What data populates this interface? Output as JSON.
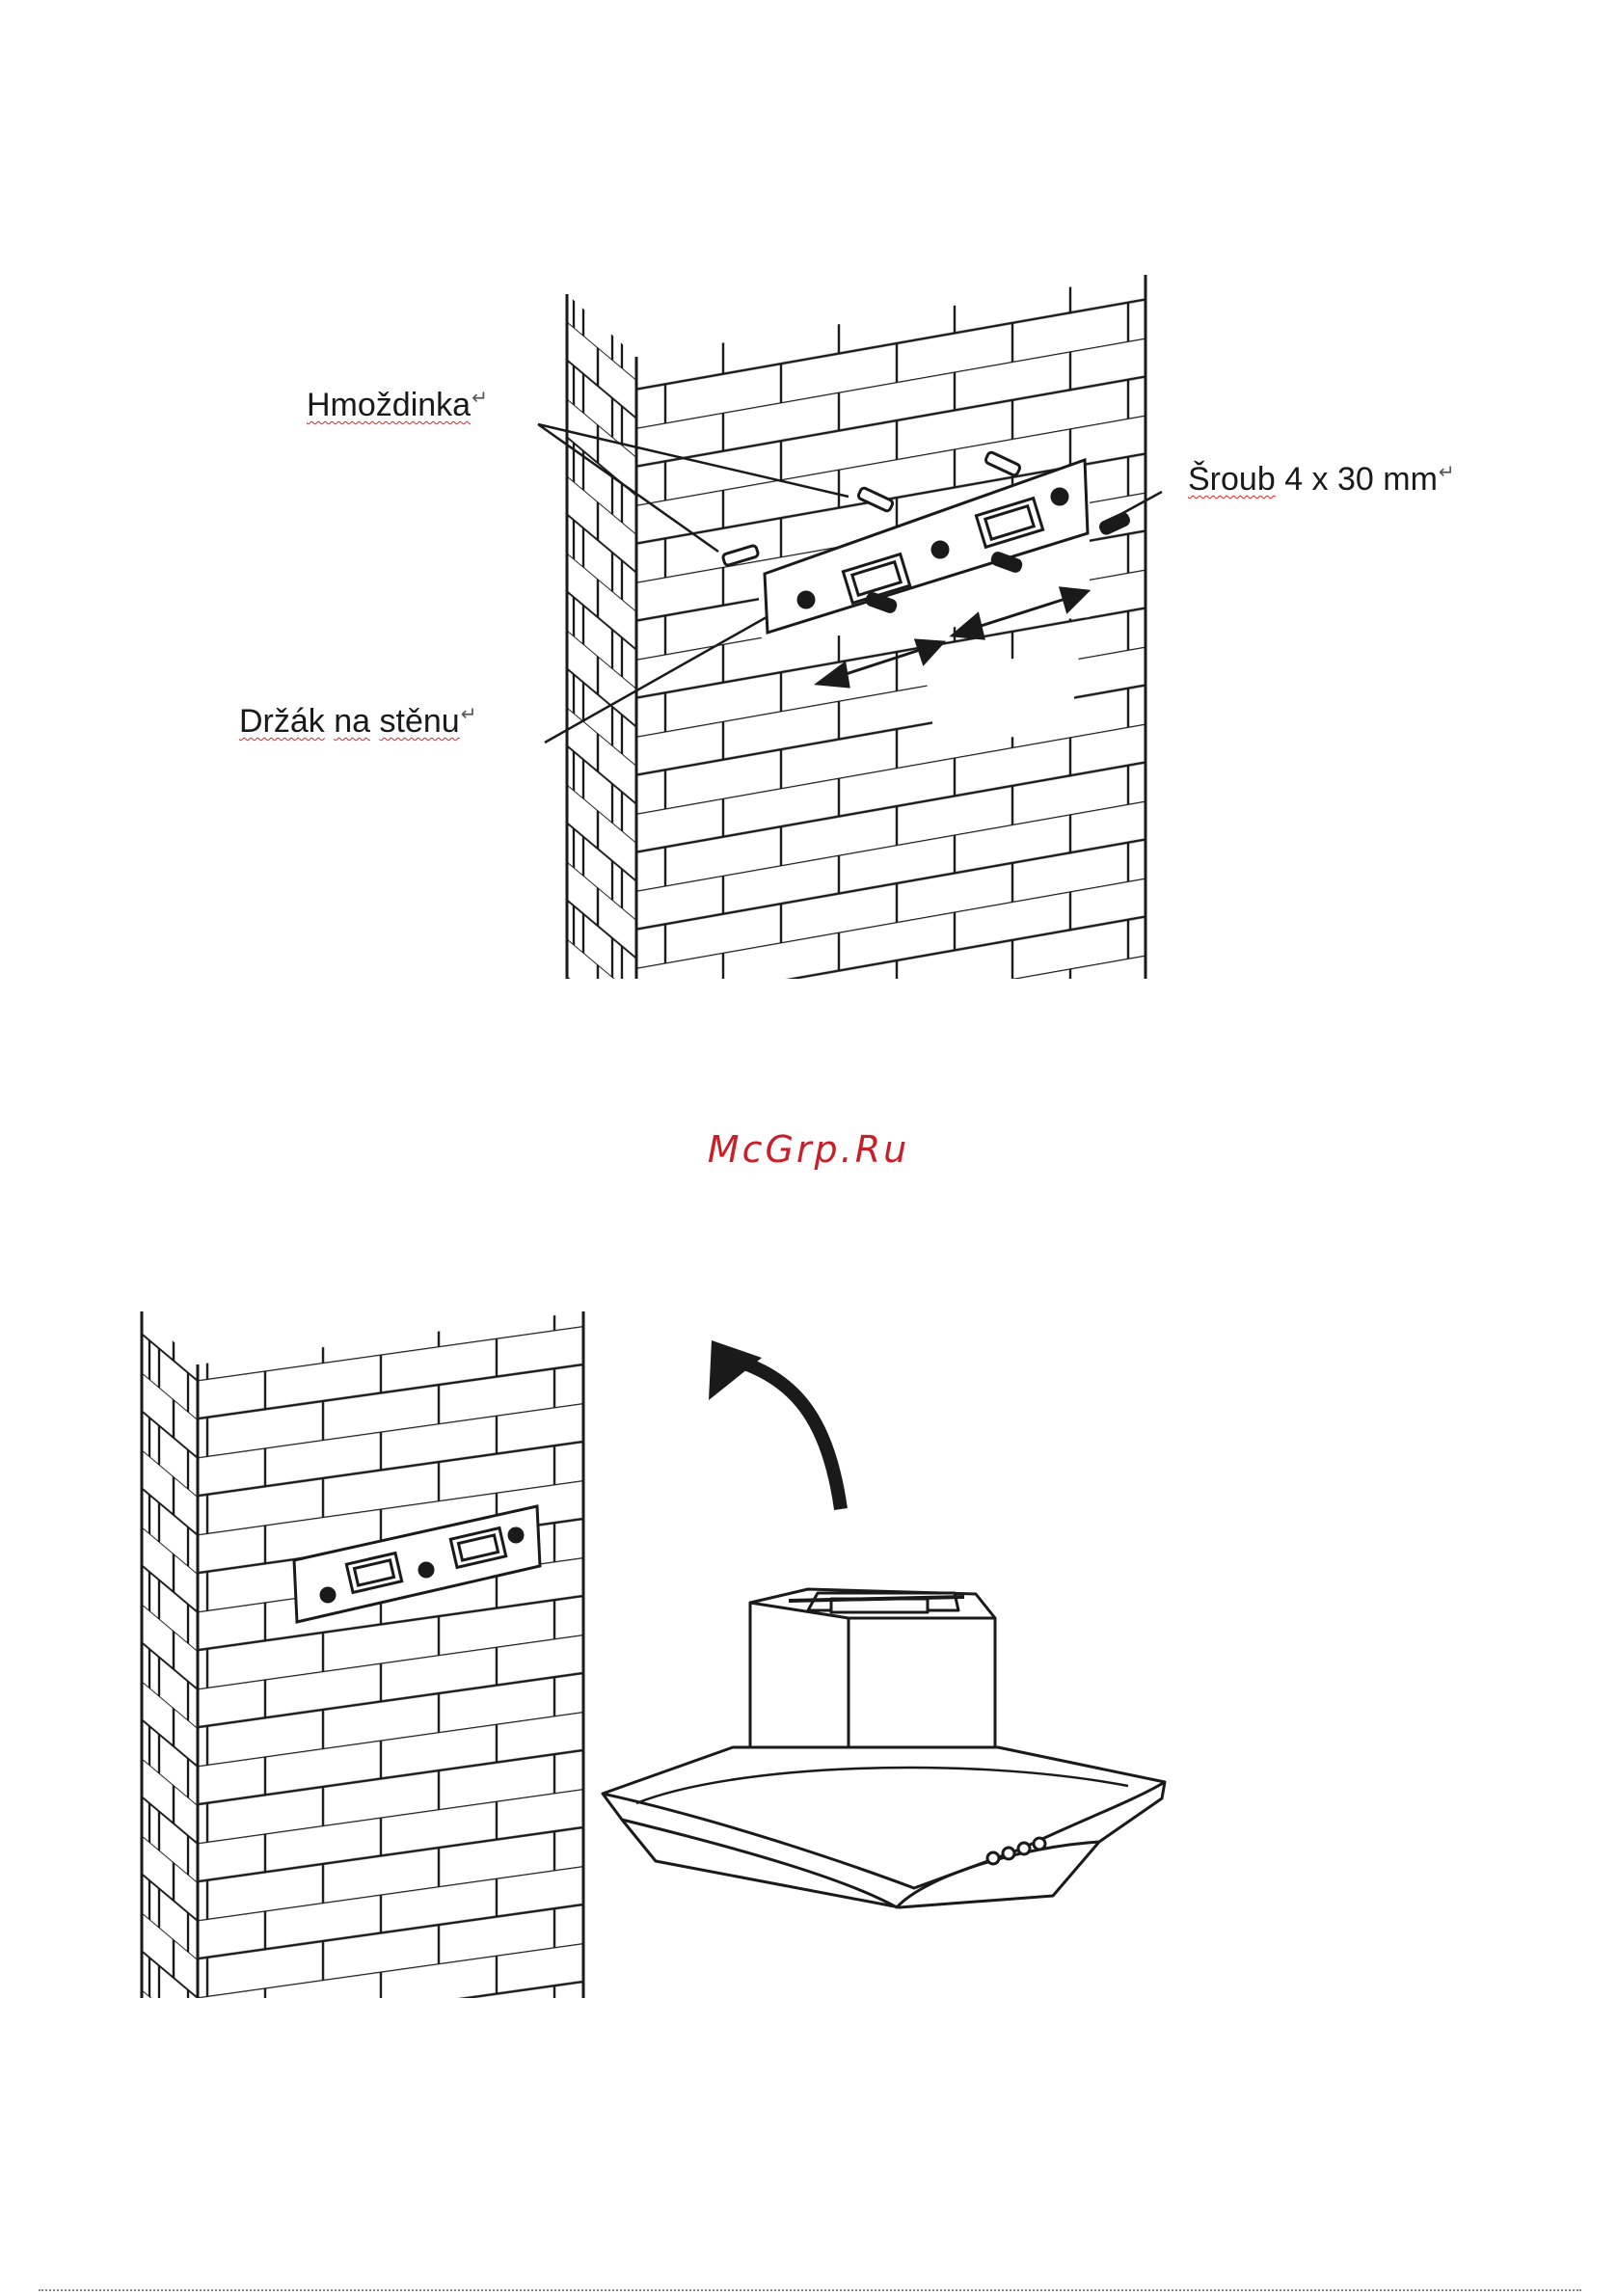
{
  "labels": {
    "anchor": "Hmoždinka",
    "screw": "Šroub",
    "screw_size": "4 x 30 mm",
    "wall_bracket_1": "Držák",
    "wall_bracket_2": "na",
    "wall_bracket_3": "stěnu"
  },
  "return_mark": "↵",
  "watermark": "McGrp.Ru",
  "colors": {
    "line": "#1a1a1a",
    "watermark": "#c8202a",
    "spellcheck": "#dd2222"
  }
}
